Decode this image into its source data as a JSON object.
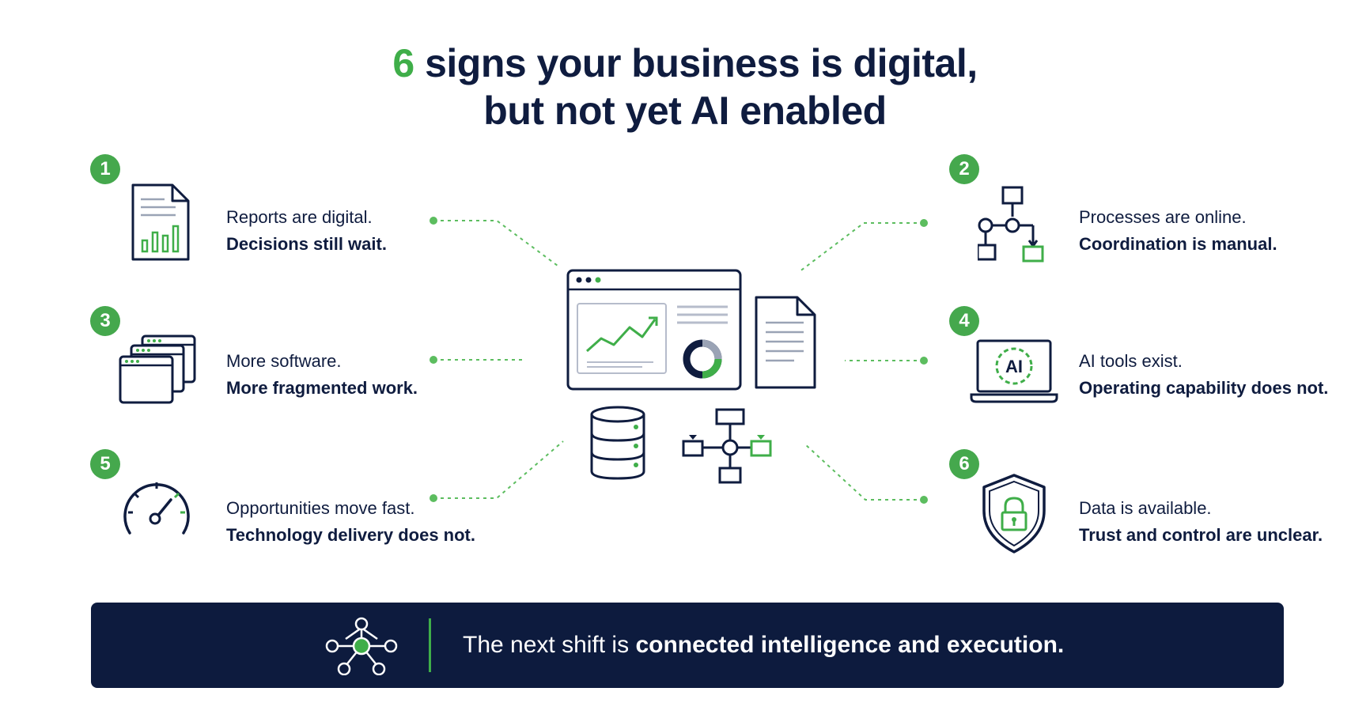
{
  "title": {
    "accent": "6",
    "line1_rest": "signs your business is digital,",
    "line2": "but not yet AI enabled"
  },
  "signs": [
    {
      "number": "1",
      "line1": "Reports are digital.",
      "line2": "Decisions still wait.",
      "icon": "report-chart-icon"
    },
    {
      "number": "2",
      "line1": "Processes are online.",
      "line2": "Coordination is manual.",
      "icon": "process-flow-icon"
    },
    {
      "number": "3",
      "line1": "More software.",
      "line2": "More fragmented work.",
      "icon": "stacked-windows-icon"
    },
    {
      "number": "4",
      "line1": "AI tools exist.",
      "line2": "Operating capability does not.",
      "icon": "ai-laptop-icon"
    },
    {
      "number": "5",
      "line1": "Opportunities move fast.",
      "line2": "Technology delivery does not.",
      "icon": "speedometer-icon"
    },
    {
      "number": "6",
      "line1": "Data is available.",
      "line2": "Trust and control are unclear.",
      "icon": "shield-lock-icon"
    }
  ],
  "center": {
    "icons": [
      "dashboard-icon",
      "document-icon",
      "database-icon",
      "network-flow-icon"
    ],
    "icon_label": "AI"
  },
  "banner": {
    "icon": "network-nodes-icon",
    "text_regular": "The next shift is ",
    "text_bold": "connected intelligence and execution."
  },
  "colors": {
    "navy": "#0f1c3f",
    "green": "#3fae49",
    "banner_bg": "#0d1b3e"
  }
}
